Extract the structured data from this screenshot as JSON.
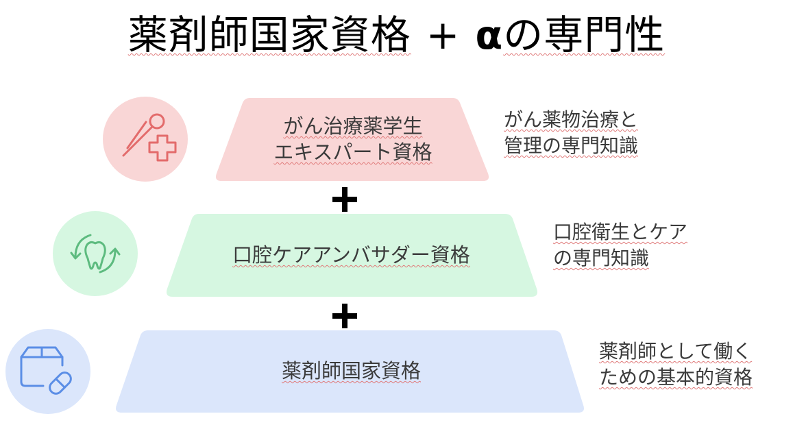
{
  "title": {
    "left": "薬剤師国家資格",
    "plus": "+",
    "alpha": "α",
    "right": "の専門性"
  },
  "tiers": [
    {
      "label_lines": [
        "がん治療薬学生",
        "エキスパート資格"
      ],
      "desc_lines": [
        "がん薬物治療と",
        "管理の専門知識"
      ],
      "icon": "thermometer-medical-cross-icon",
      "fill": "#f9d6d6",
      "icon_bg": "#f9d6d6",
      "icon_color": "#e36b6b"
    },
    {
      "label_lines": [
        "口腔ケアアンバサダー資格"
      ],
      "desc_lines": [
        "口腔衛生とケア",
        "の専門知識"
      ],
      "icon": "tooth-refresh-icon",
      "fill": "#d6f7e1",
      "icon_bg": "#d6f7e1",
      "icon_color": "#5dbb7f"
    },
    {
      "label_lines": [
        "薬剤師国家資格"
      ],
      "desc_lines": [
        "薬剤師として働く",
        "ための基本的資格"
      ],
      "icon": "medicine-box-pill-icon",
      "fill": "#dbe6fb",
      "icon_bg": "#dbe6fb",
      "icon_color": "#5b8ee6"
    }
  ],
  "connectors": [
    "+",
    "+"
  ]
}
